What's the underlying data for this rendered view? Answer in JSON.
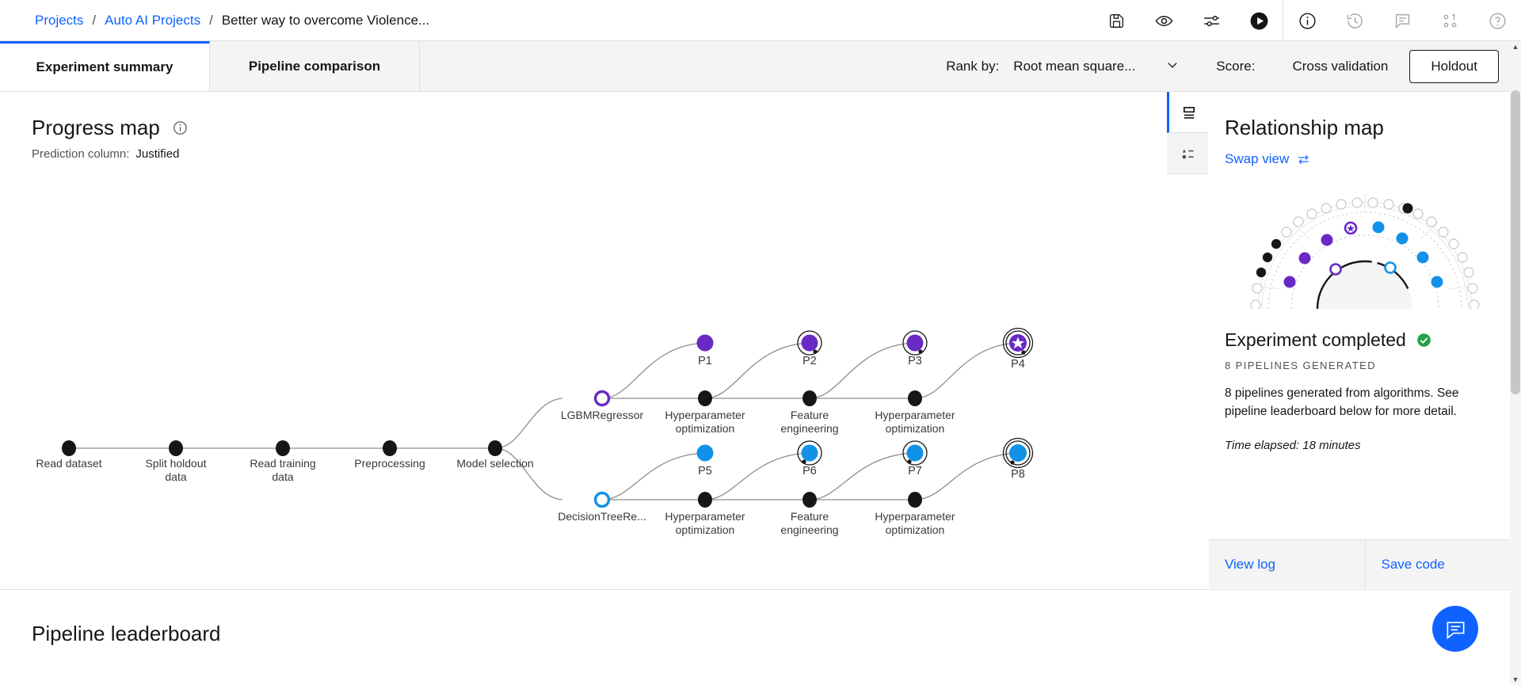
{
  "breadcrumb": {
    "projects": "Projects",
    "auto_ai": "Auto AI Projects",
    "current": "Better way to overcome Violence...",
    "separator": "/"
  },
  "topbar_icons": [
    {
      "name": "save-icon",
      "label": "Save"
    },
    {
      "name": "eye-icon",
      "label": "Preview"
    },
    {
      "name": "sliders-icon",
      "label": "Settings"
    },
    {
      "name": "play-icon",
      "label": "Run"
    },
    {
      "name": "info-icon",
      "label": "Information"
    },
    {
      "name": "history-icon",
      "label": "History"
    },
    {
      "name": "comment-icon",
      "label": "Comments"
    },
    {
      "name": "connections-icon",
      "label": "Connections"
    },
    {
      "name": "help-icon",
      "label": "Help"
    }
  ],
  "tabs": [
    {
      "label": "Experiment summary",
      "active": true
    },
    {
      "label": "Pipeline comparison",
      "active": false
    }
  ],
  "rank": {
    "label": "Rank by:",
    "value": "Root mean square...",
    "chevron": "chevron-down-icon"
  },
  "score": {
    "label": "Score:",
    "options": [
      "Cross validation",
      "Holdout"
    ],
    "selected": "Holdout"
  },
  "progress_map": {
    "title": "Progress map",
    "info_icon": "info-icon",
    "prediction_label": "Prediction column:",
    "prediction_value": "Justified",
    "main_nodes": [
      "Read dataset",
      "Split holdout data",
      "Read training data",
      "Preprocessing",
      "Model selection"
    ],
    "branches": [
      {
        "algorithm": "LGBMRegressor",
        "color": "#6929c4",
        "stages": [
          "Hyperparameter optimization",
          "Feature engineering",
          "Hyperparameter optimization"
        ],
        "pipelines": [
          "P1",
          "P2",
          "P3",
          "P4"
        ],
        "starred": "P4"
      },
      {
        "algorithm": "DecisionTreeRe...",
        "color": "#1192e8",
        "stages": [
          "Hyperparameter optimization",
          "Feature engineering",
          "Hyperparameter optimization"
        ],
        "pipelines": [
          "P5",
          "P6",
          "P7",
          "P8"
        ],
        "starred": ""
      }
    ]
  },
  "rail": [
    {
      "name": "progress-map-view-icon",
      "active": true
    },
    {
      "name": "leaderboard-view-icon",
      "active": false
    }
  ],
  "relationship": {
    "title": "Relationship map",
    "swap_label": "Swap view",
    "swap_icon": "swap-arrows-icon",
    "status_title": "Experiment completed",
    "status_icon": "check-circle-icon",
    "status_meta": "8 PIPELINES GENERATED",
    "status_body": "8 pipelines generated from algorithms. See pipeline leaderboard below for more detail.",
    "time_elapsed": "Time elapsed: 18 minutes",
    "footer": [
      {
        "label": "View log",
        "name": "view-log-button"
      },
      {
        "label": "Save code",
        "name": "save-code-button"
      }
    ]
  },
  "leaderboard": {
    "title": "Pipeline leaderboard"
  },
  "chat": {
    "icon": "chat-bubble-icon"
  },
  "colors": {
    "accent_blue": "#0f62fe",
    "purple": "#6929c4",
    "cyan_blue": "#1192e8",
    "success_green": "#24a148",
    "node_black": "#161616"
  }
}
